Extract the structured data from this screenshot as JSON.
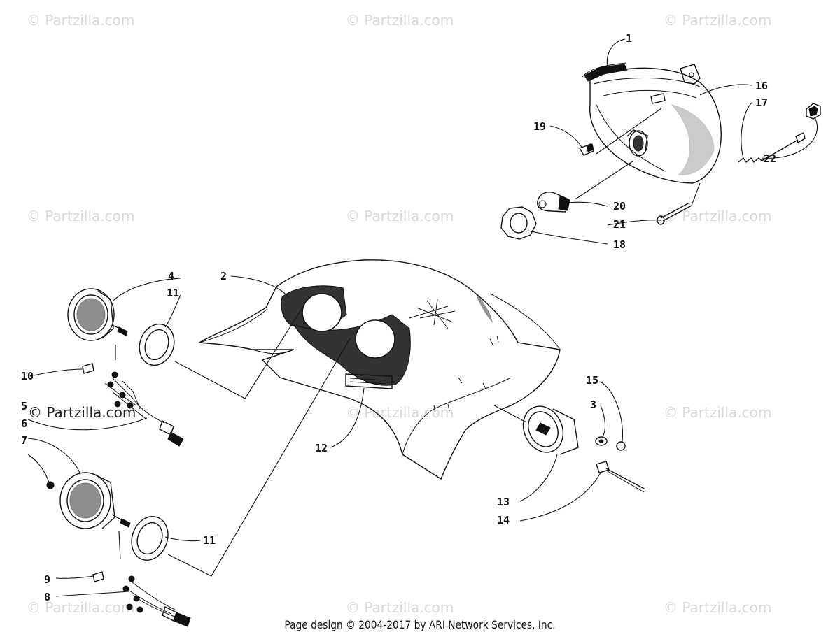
{
  "watermarks": [
    "© Partzilla.com",
    "© Partzilla.com",
    "© Partzilla.com",
    "© Partzilla.com",
    "© Partzilla.com",
    "© Partzilla.com",
    "© Partzilla.com",
    "© Partzilla.com",
    "© Partzilla.com",
    "© Partzilla.com",
    "© Partzilla.com",
    "© Partzilla.com"
  ],
  "prominent_watermark": "© Partzilla.com",
  "callouts": {
    "c1": "1",
    "c2": "2",
    "c3": "3",
    "c4": "4",
    "c5": "5",
    "c6": "6",
    "c7": "7",
    "c8": "8",
    "c9": "9",
    "c10": "10",
    "c11a": "11",
    "c11b": "11",
    "c12": "12",
    "c13": "13",
    "c14": "14",
    "c15": "15",
    "c16": "16",
    "c17": "17",
    "c18": "18",
    "c19": "19",
    "c20": "20",
    "c21": "21",
    "c22": "22"
  },
  "footer": "Page design © 2004-2017 by ARI Network Services, Inc."
}
